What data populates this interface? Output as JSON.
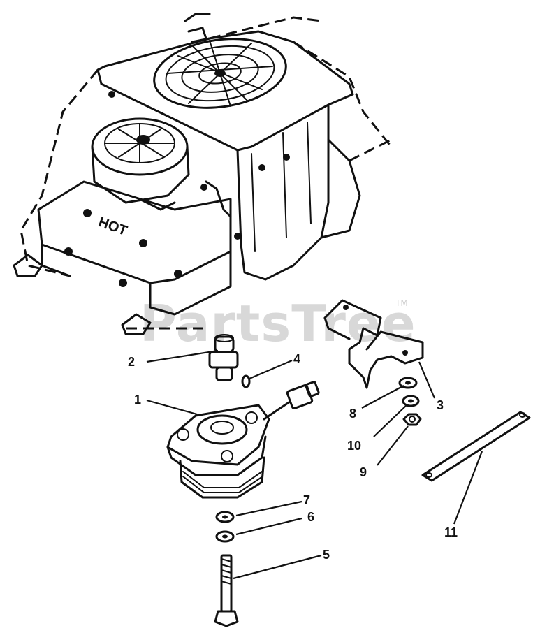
{
  "watermark": {
    "brand": "PartsTree",
    "trademark": "TM"
  },
  "engine_label": "HOT",
  "callouts": [
    {
      "id": "1",
      "label": "1"
    },
    {
      "id": "2",
      "label": "2"
    },
    {
      "id": "3",
      "label": "3"
    },
    {
      "id": "4",
      "label": "4"
    },
    {
      "id": "5",
      "label": "5"
    },
    {
      "id": "6",
      "label": "6"
    },
    {
      "id": "7",
      "label": "7"
    },
    {
      "id": "8",
      "label": "8"
    },
    {
      "id": "9",
      "label": "9"
    },
    {
      "id": "10",
      "label": "10"
    },
    {
      "id": "11",
      "label": "11"
    }
  ]
}
